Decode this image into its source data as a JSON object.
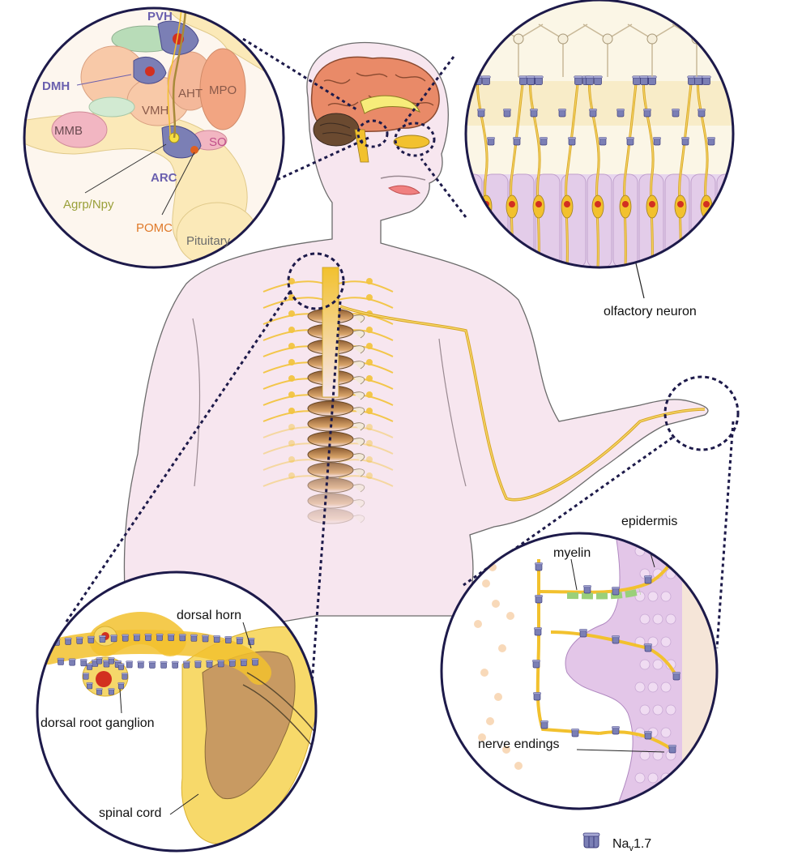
{
  "hypothalamus": {
    "pvh": "PVH",
    "dmh": "DMH",
    "aht": "AHT",
    "mpo": "MPO",
    "vmh": "VMH",
    "mmb": "MMB",
    "so": "SO",
    "arc": "ARC",
    "agrp": "Agrp/Npy",
    "pomc": "POMC",
    "pituitary": "Pituitary"
  },
  "olfactory": {
    "label": "olfactory neuron"
  },
  "spinal": {
    "dorsal_horn": "dorsal horn",
    "drg": "dorsal root ganglion",
    "spinal_cord": "spinal cord"
  },
  "skin": {
    "epidermis": "epidermis",
    "myelin": "myelin",
    "nerve_endings": "nerve endings"
  },
  "legend": {
    "name": "Na",
    "sub": "v",
    "suffix": "1.7"
  },
  "colors": {
    "nerve": "#f2c12e",
    "channel": "#7b7fb5",
    "body": "#f7e6ef",
    "hyp_label": "#6a5fae",
    "agrp": "#9aa03a",
    "pomc": "#e07a2a",
    "so": "#c0508a",
    "dashed": "#1d1a4a"
  }
}
